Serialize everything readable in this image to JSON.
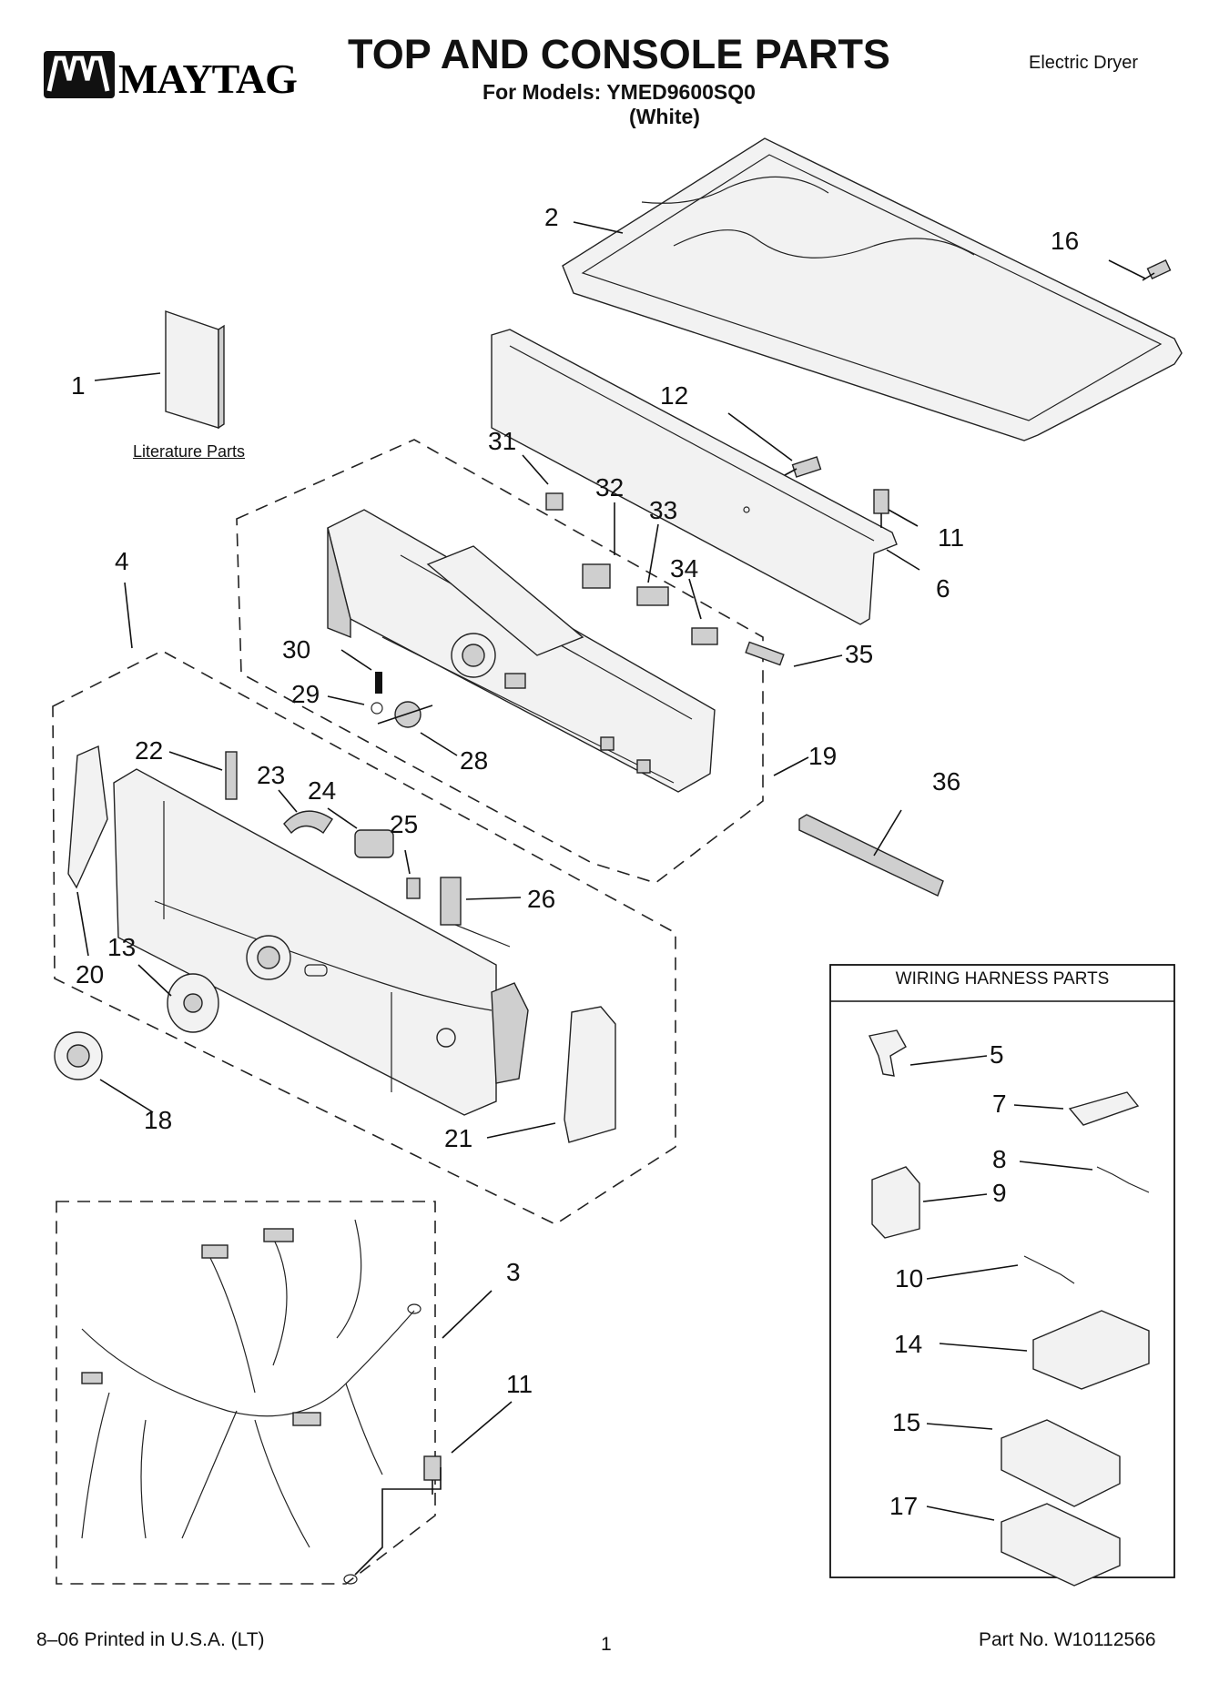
{
  "brand": {
    "name": "MAYTAG"
  },
  "header": {
    "title": "TOP AND CONSOLE PARTS",
    "subtitle": "For Models: YMED9600SQ0",
    "variant": "(White)",
    "product_type": "Electric Dryer"
  },
  "literature_label": "Literature Parts",
  "wiring_box_title": "WIRING HARNESS PARTS",
  "callouts": {
    "c1": "1",
    "c2": "2",
    "c3": "3",
    "c4": "4",
    "c5": "5",
    "c6": "6",
    "c7": "7",
    "c8": "8",
    "c9": "9",
    "c10": "10",
    "c11a": "11",
    "c11b": "11",
    "c12": "12",
    "c13": "13",
    "c14": "14",
    "c15": "15",
    "c16": "16",
    "c17": "17",
    "c18": "18",
    "c19": "19",
    "c20": "20",
    "c21": "21",
    "c22": "22",
    "c23": "23",
    "c24": "24",
    "c25": "25",
    "c26": "26",
    "c28": "28",
    "c29": "29",
    "c30": "30",
    "c31": "31",
    "c32": "32",
    "c33": "33",
    "c34": "34",
    "c35": "35",
    "c36": "36"
  },
  "footer": {
    "printed": "8–06 Printed in U.S.A. (LT)",
    "page": "1",
    "part_no": "Part No. W10112566"
  }
}
